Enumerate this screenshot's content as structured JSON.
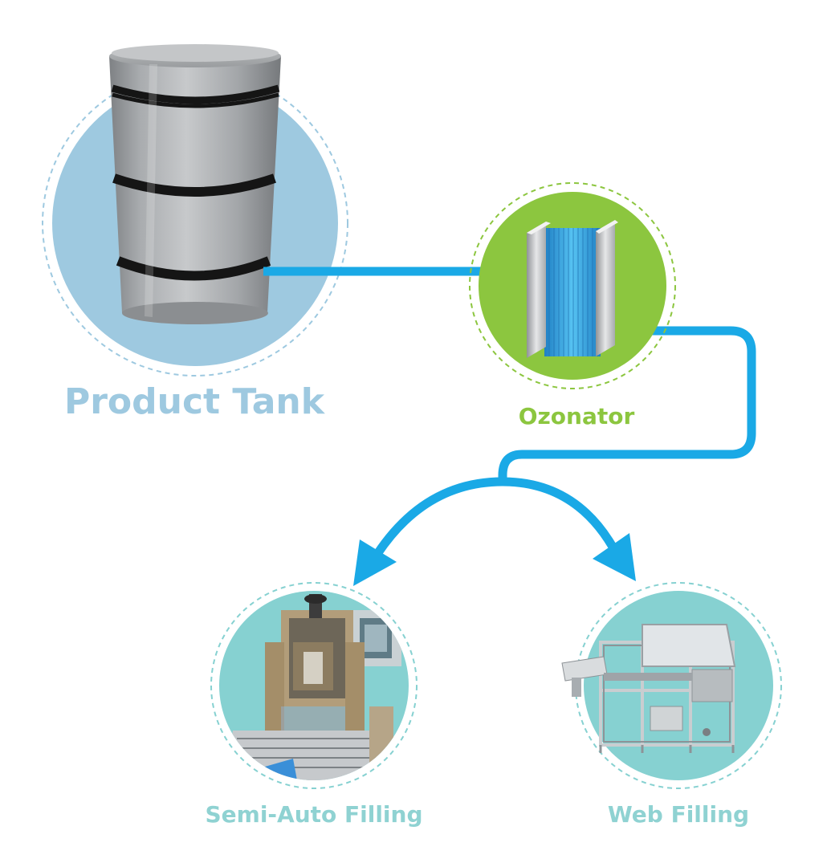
{
  "nodes": {
    "product_tank": {
      "label": "Product Tank"
    },
    "ozonator": {
      "label": "Ozonator"
    },
    "semi_auto": {
      "label": "Semi-Auto Filling"
    },
    "web_filling": {
      "label": "Web Filling"
    }
  },
  "edges": [
    {
      "from": "Product Tank",
      "to": "Ozonator"
    },
    {
      "from": "Ozonator",
      "to": "Semi-Auto Filling"
    },
    {
      "from": "Ozonator",
      "to": "Web Filling"
    }
  ],
  "colors": {
    "pipe": "#1aa9e6",
    "tank_circle": "#9ec9e0",
    "tank_label": "#9ec9e0",
    "ozonator_circle": "#8cc63f",
    "ozonator_label": "#8cc63f",
    "filling_circle": "#86d1d1",
    "filling_label": "#8fd2d2",
    "dashed_ring_blue": "#9ec9e0",
    "dashed_ring_green": "#8cc63f",
    "dashed_ring_teal": "#86d1d1"
  },
  "icons": {
    "tank": "steel-drum-icon",
    "ozonator": "ozone-generator-icon",
    "semi_auto": "semi-auto-filler-machine-icon",
    "web": "web-filler-machine-icon"
  }
}
